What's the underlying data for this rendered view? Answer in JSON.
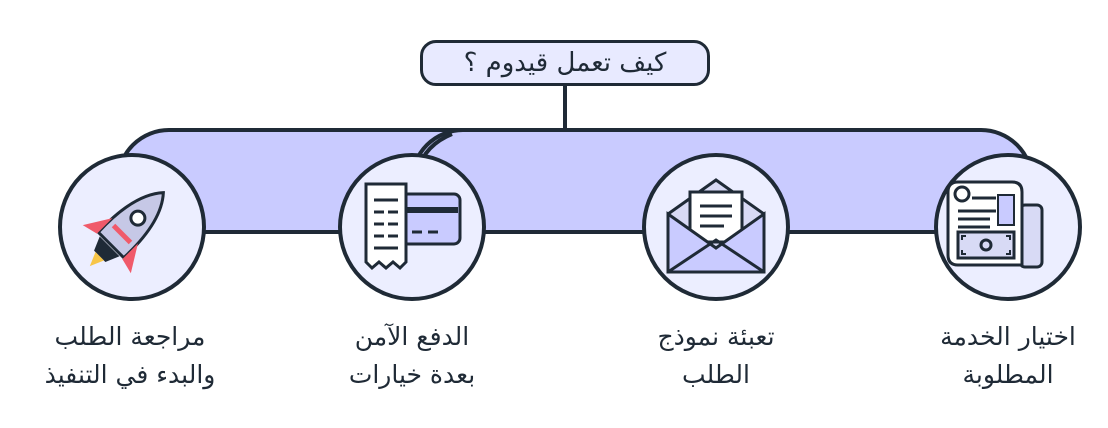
{
  "title": "كيف تعمل قيدوم ؟",
  "colors": {
    "stroke": "#1f2a36",
    "bar_fill": "#c9cbff",
    "circle_fill": "#eceeff",
    "title_fill": "#e8eaff"
  },
  "steps": [
    {
      "icon": "newspaper-icon",
      "line1": "اختيار الخدمة",
      "line2": "المطلوبة"
    },
    {
      "icon": "envelope-letter-icon",
      "line1": "تعبئة نموذج",
      "line2": "الطلب"
    },
    {
      "icon": "receipt-card-icon",
      "line1": "الدفع الآمن",
      "line2": "بعدة خيارات"
    },
    {
      "icon": "rocket-icon",
      "line1": "مراجعة الطلب",
      "line2": "والبدء في التنفيذ"
    }
  ]
}
